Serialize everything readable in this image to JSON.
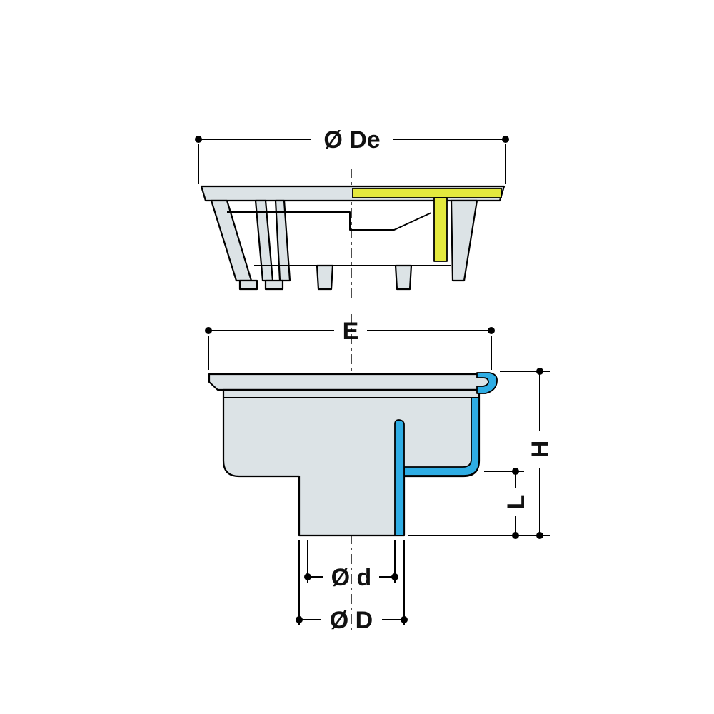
{
  "diagram": {
    "name": "drain-dimension-drawing",
    "views": [
      {
        "id": "grate-section",
        "description": "upper cross-section of grate with yellow highlighted cut profile"
      },
      {
        "id": "body-section",
        "description": "lower cross-section of drain body with blue highlighted cut profile"
      }
    ],
    "dimensions": {
      "de_label": "Ø De",
      "e_label": "E",
      "h_label": "H",
      "l_label": "L",
      "d_label": "Ø d",
      "D_label": "Ø D"
    },
    "colors": {
      "yellow": "#e4e93e",
      "blue": "#2fade4",
      "body": "#dce3e6",
      "line": "#000000"
    }
  }
}
